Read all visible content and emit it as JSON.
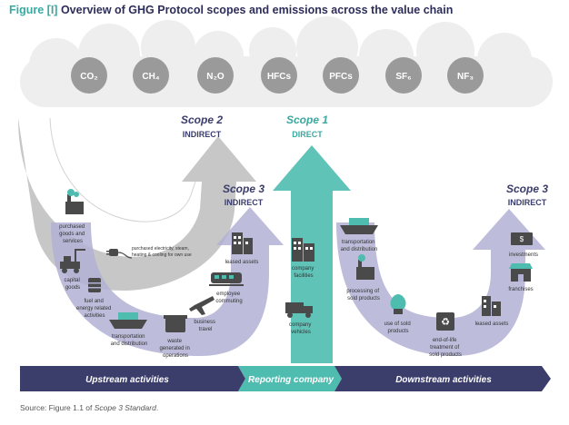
{
  "figure": {
    "label": "Figure [I]",
    "title": "Overview of GHG Protocol scopes and emissions across the value chain"
  },
  "gases": [
    "CO₂",
    "CH₄",
    "N₂O",
    "HFCs",
    "PFCs",
    "SF₆",
    "NF₃"
  ],
  "scopes": {
    "scope2": {
      "name": "Scope 2",
      "type": "INDIRECT"
    },
    "scope1": {
      "name": "Scope 1",
      "type": "DIRECT"
    },
    "scope3_upstream": {
      "name": "Scope 3",
      "type": "INDIRECT"
    },
    "scope3_downstream": {
      "name": "Scope 3",
      "type": "INDIRECT"
    }
  },
  "upstream_items": {
    "purchased_goods": [
      "purchased",
      "goods and",
      "services"
    ],
    "capital_goods": [
      "capital",
      "goods"
    ],
    "fuel_energy": [
      "fuel and",
      "energy related",
      "activities"
    ],
    "transport": [
      "transportation",
      "and distribution"
    ],
    "waste": [
      "waste",
      "generated in",
      "operations"
    ],
    "business_travel": [
      "business",
      "travel"
    ],
    "employee_commuting": [
      "employee",
      "commuting"
    ],
    "leased_assets": [
      "leased assets"
    ],
    "purchased_electricity": [
      "purchased electricity, steam,",
      "heating & cooling for own use"
    ]
  },
  "company_items": {
    "facilities": [
      "company",
      "facilities"
    ],
    "vehicles": [
      "company",
      "vehicles"
    ]
  },
  "downstream_items": {
    "transport": [
      "transportation",
      "and distribution"
    ],
    "processing": [
      "processing of",
      "sold products"
    ],
    "use": [
      "use of sold",
      "products"
    ],
    "end_of_life": [
      "end-of-life",
      "treatment of",
      "sold products"
    ],
    "leased_assets": [
      "leased assets"
    ],
    "franchises": [
      "franchises"
    ],
    "investments": [
      "investments"
    ]
  },
  "bar": {
    "upstream": "Upstream activities",
    "reporting": "Reporting company",
    "downstream": "Downstream activities"
  },
  "source": {
    "prefix": "Source: Figure 1.1 of ",
    "doc": "Scope 3 Standard",
    "suffix": "."
  },
  "colors": {
    "navy": "#3b3d6b",
    "teal": "#4fbcb0",
    "lavender": "#b2b0d4",
    "gray": "#b4b4b4",
    "cloud": "#eeeeee",
    "bubble": "#9a9a9a",
    "dark": "#4a4a4a"
  }
}
